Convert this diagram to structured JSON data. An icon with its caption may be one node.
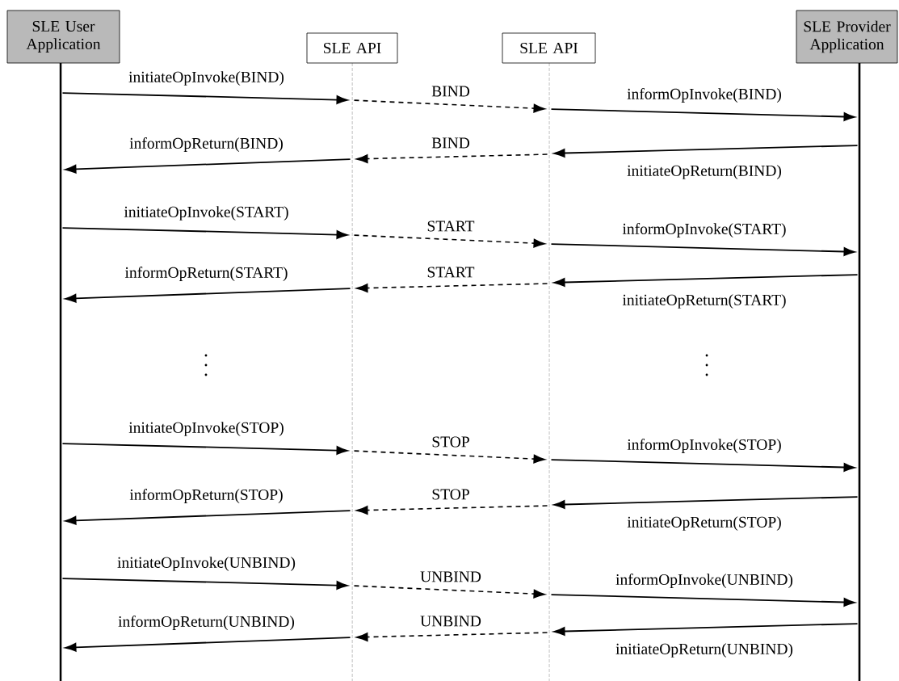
{
  "diagram": {
    "nodes": [
      {
        "text": [
          "SLE User Application"
        ]
      },
      {
        "text": [
          "SLE API"
        ]
      },
      {
        "text": [
          "SLE API"
        ]
      },
      {
        "text": [
          "SLE Provider Application"
        ]
      },
      {
        "text": [],
        "shape": "line"
      },
      {
        "text": [],
        "shape": "line"
      },
      {
        "text": [],
        "shape": "line"
      },
      {
        "text": [],
        "shape": "line"
      }
    ],
    "edges": [
      {
        "from": 4,
        "to": 5,
        "label": "initiateOpInvoke(BIND)",
        "arrow": "to"
      },
      {
        "from": 5,
        "to": 6,
        "label": "BIND",
        "arrow": "to",
        "style": "dashed"
      },
      {
        "from": 6,
        "to": 7,
        "label": "informOpInvoke(BIND)",
        "arrow": "to"
      },
      {
        "from": 7,
        "to": 6,
        "label": "initiateOpReturn(BIND)",
        "arrow": "to"
      },
      {
        "from": 6,
        "to": 5,
        "label": "BIND",
        "arrow": "to",
        "style": "dashed"
      },
      {
        "from": 5,
        "to": 4,
        "label": "informOpReturn(BIND)",
        "arrow": "to"
      },
      {
        "from": 4,
        "to": 5,
        "label": "initiateOpInvoke(START)",
        "arrow": "to"
      },
      {
        "from": 5,
        "to": 6,
        "label": "START",
        "arrow": "to",
        "style": "dashed"
      },
      {
        "from": 6,
        "to": 7,
        "label": "informOpInvoke(START)",
        "arrow": "to"
      },
      {
        "from": 7,
        "to": 6,
        "label": "initiateOpReturn(START)",
        "arrow": "to"
      },
      {
        "from": 6,
        "to": 5,
        "label": "START",
        "arrow": "to",
        "style": "dashed"
      },
      {
        "from": 5,
        "to": 4,
        "label": "informOpReturn(START)",
        "arrow": "to"
      },
      {
        "from": 4,
        "to": 5,
        "label": "initiateOpInvoke(STOP)",
        "arrow": "to"
      },
      {
        "from": 5,
        "to": 6,
        "label": "STOP",
        "arrow": "to",
        "style": "dashed"
      },
      {
        "from": 6,
        "to": 7,
        "label": "informOpInvoke(STOP)",
        "arrow": "to"
      },
      {
        "from": 7,
        "to": 6,
        "label": "initiateOpReturn(STOP)",
        "arrow": "to"
      },
      {
        "from": 6,
        "to": 5,
        "label": "STOP",
        "arrow": "to",
        "style": "dashed"
      },
      {
        "from": 5,
        "to": 4,
        "label": "informOpReturn(STOP)",
        "arrow": "to"
      },
      {
        "from": 4,
        "to": 5,
        "label": "initiateOpInvoke(UNBIND)",
        "arrow": "to"
      },
      {
        "from": 5,
        "to": 6,
        "label": "UNBIND",
        "arrow": "to",
        "style": "dashed"
      },
      {
        "from": 6,
        "to": 7,
        "label": "informOpInvoke(UNBIND)",
        "arrow": "to"
      },
      {
        "from": 7,
        "to": 6,
        "label": "initiateOpReturn(UNBIND)",
        "arrow": "to"
      },
      {
        "from": 6,
        "to": 5,
        "label": "UNBIND",
        "arrow": "to",
        "style": "dashed"
      },
      {
        "from": 5,
        "to": 4,
        "label": "informOpReturn(UNBIND)",
        "arrow": "to"
      }
    ]
  }
}
